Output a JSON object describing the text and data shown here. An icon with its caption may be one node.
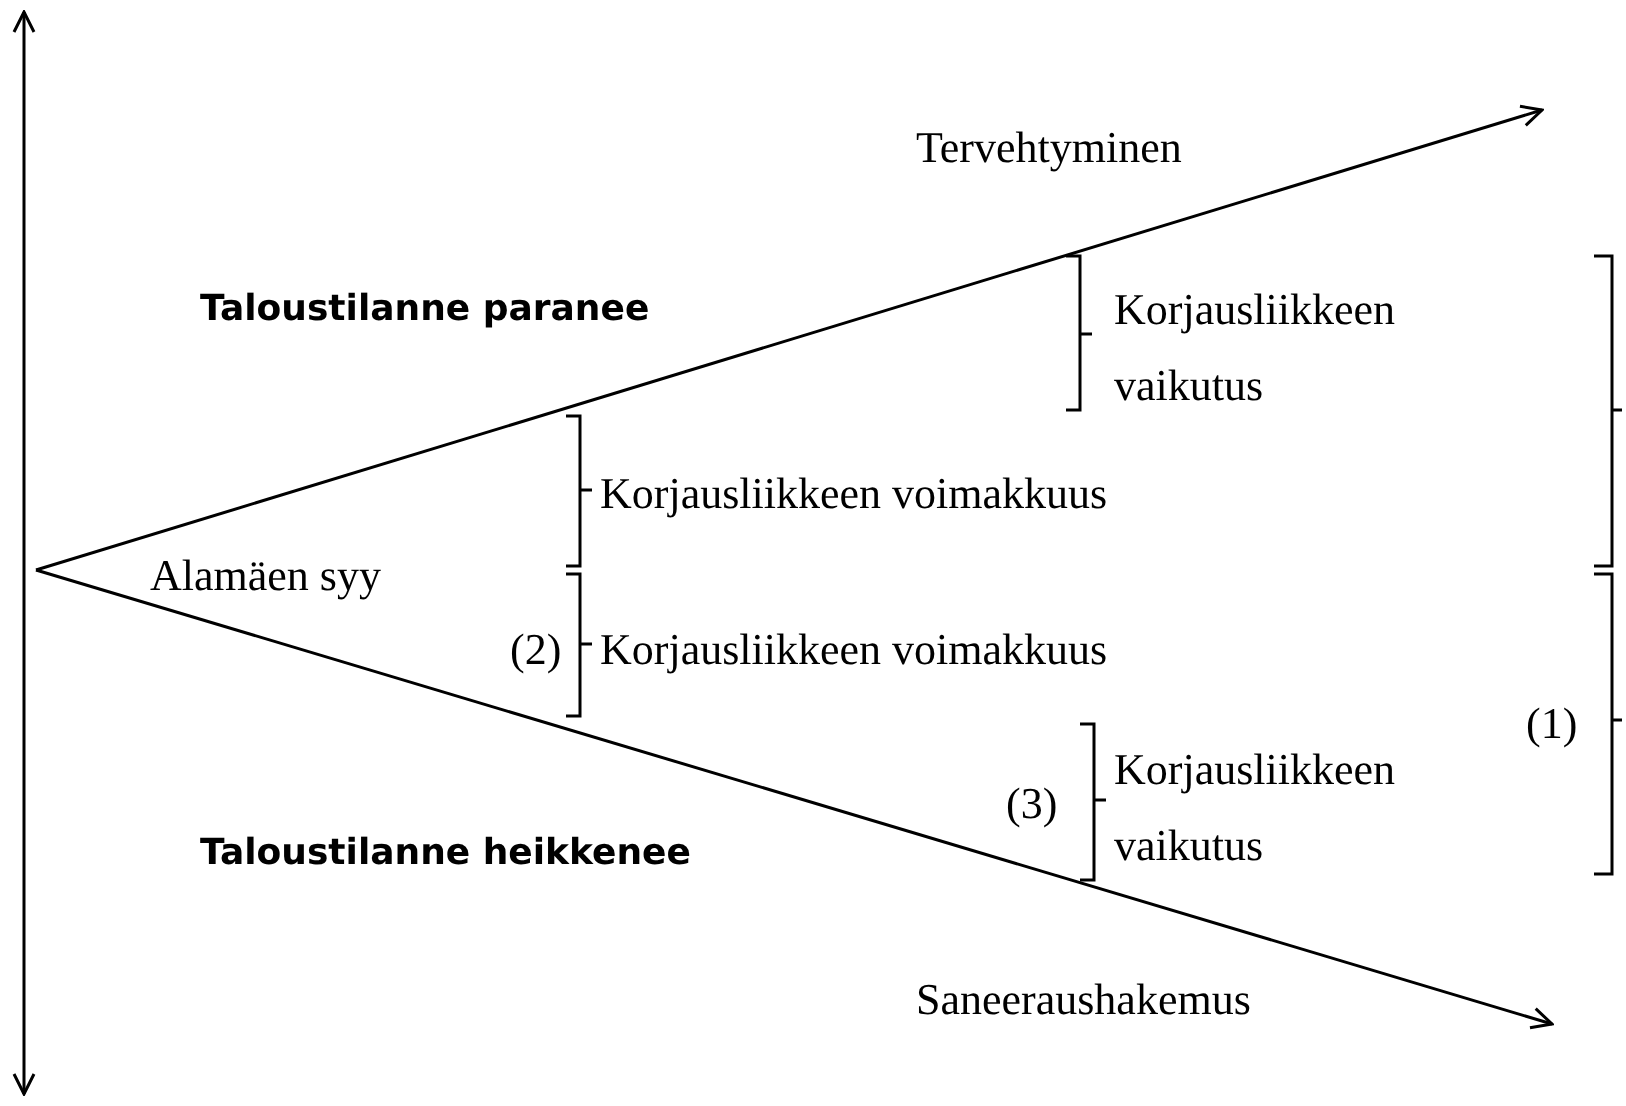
{
  "diagram": {
    "labels": [
      "Tervehtyminen",
      "Taloustilanne paranee",
      "Korjausliikkeen vaikutus",
      "Korjausliikkeen voimakkuus",
      "Alamäen syy",
      "(2)",
      "Korjausliikkeen voimakkuus",
      "(1)",
      "(3)",
      "Korjausliikkeen vaikutus",
      "Taloustilanne heikkenee",
      "Saneeraushakemus"
    ]
  }
}
